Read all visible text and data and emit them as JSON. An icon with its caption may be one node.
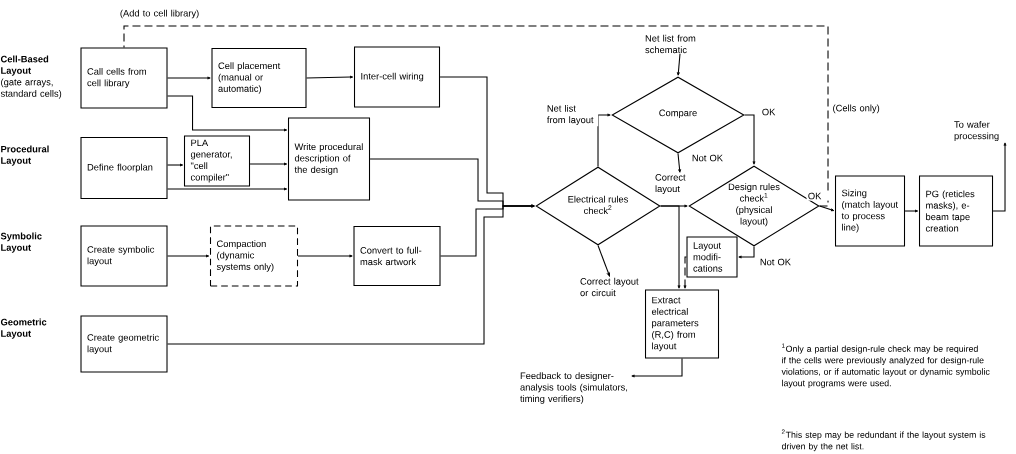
{
  "diagram": {
    "nodes": [
      {
        "text": [
          "Call cells from cell library"
        ]
      },
      {
        "text": [
          "Cell placement (manual or automatic)"
        ]
      },
      {
        "text": [
          "Inter-cell wiring"
        ]
      },
      {
        "text": [
          "Define floorplan"
        ]
      },
      {
        "text": [
          "PLA generator, \"cell compiler\""
        ]
      },
      {
        "text": [
          "Write procedural description of the design"
        ]
      },
      {
        "text": [
          "Create symbolic layout"
        ]
      },
      {
        "text": [
          "Compaction (dynamic systems only)"
        ]
      },
      {
        "text": [
          "Convert to full-mask artwork"
        ]
      },
      {
        "text": [
          "Create geometric layout"
        ]
      },
      {
        "text": [
          "Net list from schematic"
        ]
      },
      {
        "text": [
          "Compare"
        ]
      },
      {
        "text": [
          "Electrical rules check$^{2}$"
        ]
      },
      {
        "text": [
          "Correct layout"
        ]
      },
      {
        "text": [
          "Design rules check$^{1}$ (physical layout)"
        ]
      },
      {
        "text": [
          "Layout modifi- cations"
        ]
      },
      {
        "text": [
          "Extract electrical parameters (R,C) from layout"
        ]
      },
      {
        "text": [
          "Correct layout or circuit"
        ]
      },
      {
        "text": [
          "Feedback to designer-analysis tools (simulators, timing verifiers)"
        ]
      },
      {
        "text": [
          "Sizing (match layout to process line)"
        ]
      },
      {
        "text": [
          "PG (reticles masks), e-beam tape creation"
        ]
      },
      {
        "text": [
          "To wafer processing"
        ]
      }
    ],
    "edges": [
      {
        "from": 0,
        "to": 1,
        "arrow": "to"
      },
      {
        "from": 1,
        "to": 2,
        "arrow": "to"
      },
      {
        "from": 0,
        "to": 5,
        "arrow": "to"
      },
      {
        "from": 3,
        "to": 4,
        "arrow": "to"
      },
      {
        "from": 4,
        "to": 5,
        "arrow": "to"
      },
      {
        "from": 3,
        "to": 5,
        "arrow": "to"
      },
      {
        "from": 6,
        "to": 7,
        "arrow": "to"
      },
      {
        "from": 7,
        "to": 8,
        "arrow": "to"
      },
      {
        "from": 2,
        "to": 12,
        "arrow": "to"
      },
      {
        "from": 5,
        "to": 12,
        "arrow": "to"
      },
      {
        "from": 8,
        "to": 12,
        "arrow": "to"
      },
      {
        "from": 9,
        "to": 12,
        "arrow": "to"
      },
      {
        "from": 10,
        "to": 11,
        "arrow": "to"
      },
      {
        "from": 12,
        "to": 11,
        "arrow": "to",
        "label": "Net list from layout"
      },
      {
        "from": 11,
        "to": 13,
        "arrow": "to",
        "label": "Not OK"
      },
      {
        "from": 11,
        "to": 14,
        "arrow": "to",
        "label": "OK"
      },
      {
        "from": 12,
        "to": 14,
        "arrow": "to"
      },
      {
        "from": 12,
        "to": 17,
        "arrow": "to"
      },
      {
        "from": 12,
        "to": 16,
        "arrow": "to"
      },
      {
        "from": 14,
        "to": 15,
        "arrow": "to",
        "label": "Not OK"
      },
      {
        "from": 15,
        "to": 16,
        "arrow": "to",
        "style": "dashed"
      },
      {
        "from": 14,
        "to": 19,
        "arrow": "to",
        "label": "OK"
      },
      {
        "from": 19,
        "to": 20,
        "arrow": "to"
      },
      {
        "from": 20,
        "to": 21,
        "arrow": "to"
      },
      {
        "from": 16,
        "to": 18,
        "arrow": "to"
      },
      {
        "from": 14,
        "to": 0,
        "arrow": "none",
        "style": "dashed",
        "label": "(Add to cell library)"
      }
    ],
    "labels": [
      "Cell-Based Layout",
      "(gate arrays, standard cells)",
      "Procedural Layout",
      "Symbolic Layout",
      "Geometric Layout",
      "(Cells only)",
      "$^{1}$Only a partial design-rule check may be required if the cells were previously analyzed for design-rule violations, or if automatic layout or dynamic symbolic layout programs were used.",
      "$^{2}$This step may be redundant if the layout system is driven by the net list."
    ]
  }
}
